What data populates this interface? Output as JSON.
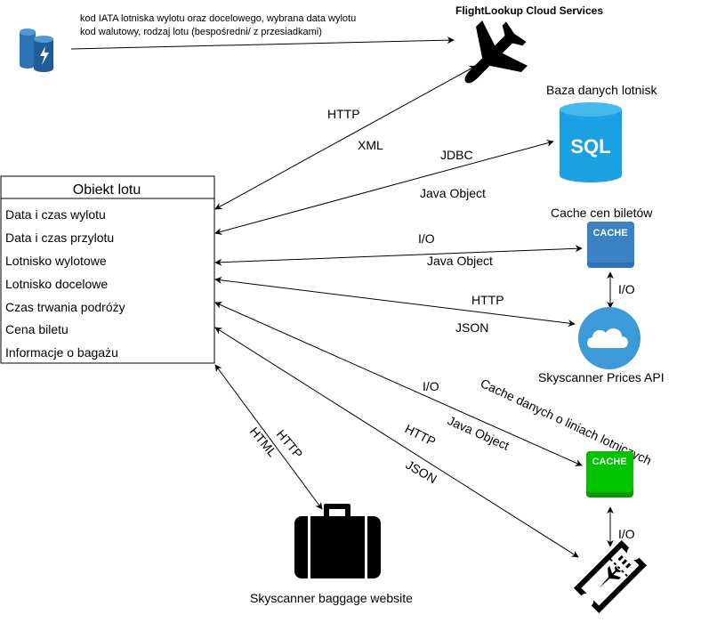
{
  "request": {
    "line1": "kod IATA lotniska wylotu oraz docelowego, wybrana data wylotu",
    "line2": "kod walutowy, rodzaj lotu (bespośredni/ z przesiadkami)"
  },
  "nodes": {
    "flightlookup": "FlightLookup Cloud Services",
    "airport_db": "Baza danych lotnisk",
    "sql_badge": "SQL",
    "price_cache": "Cache cen biletów",
    "cache_badge": "CACHE",
    "prices_api": "Skyscanner Prices API",
    "route_cache": "Cache danych o liniach lotniczych",
    "baggage": "Skyscanner baggage website"
  },
  "object": {
    "title": "Obiekt lotu",
    "fields": [
      "Data i czas wylotu",
      "Data i czas przylotu",
      "Lotnisko wylotowe",
      "Lotnisko docelowe",
      "Czas trwania podróży",
      "Cena biletu",
      "Informacje o bagażu"
    ]
  },
  "edges": {
    "flight_request": "HTTP",
    "flight_response": "XML",
    "db_request": "JDBC",
    "db_response": "Java Object",
    "price_cache_request": "I/O",
    "price_cache_response": "Java Object",
    "price_cache_api": "I/O",
    "api_request": "HTTP",
    "api_response": "JSON",
    "route_cache_request": "I/O",
    "route_cache_response": "Java Object",
    "route_cache_ticket": "I/O",
    "ticket_request": "HTTP",
    "ticket_response": "JSON",
    "baggage_request": "HTTP",
    "baggage_response": "HTML"
  },
  "colors": {
    "aws_blue": "#2e73b8",
    "sql_blue": "#1ba1e2",
    "cache_blue": "#2e73b8",
    "cache_green": "#00c400",
    "cloud_blue": "#3d9ad8",
    "ink": "#000000"
  },
  "icons": [
    "aws-data-pipeline-icon",
    "airplane-icon",
    "sql-database-icon",
    "cache-icon",
    "cloud-icon",
    "suitcase-icon",
    "flight-ticket-icon"
  ]
}
